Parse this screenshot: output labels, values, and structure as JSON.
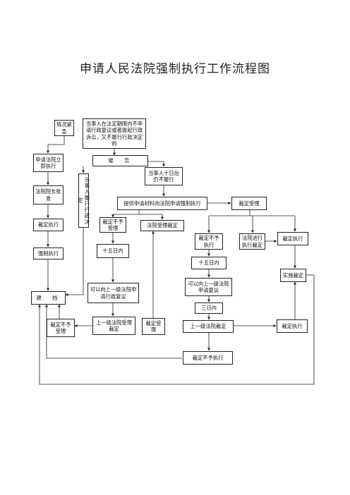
{
  "title": "申请人民法院强制执行工作流程图",
  "nodes": {
    "urgent": "情况紧急",
    "party_no_review": "当事人在法定期限内不申请行政复议或者提起行政诉讼，又不履行行政决定的",
    "apply_immediate": "申请法院立即执行",
    "demand": "催　告",
    "party_performs": "当事人履行行政决定",
    "party_no_perform_10d": "当事人十日后仍不履行",
    "president_approve": "法院院长批　准",
    "submit_materials": "提供申请材料向法院申请强制执行",
    "ruling_accept": "裁定受理",
    "ruling_exec_left": "裁定执行",
    "ruling_not_accept": "裁定不予受理",
    "court_accept_ruling": "法院受理裁定",
    "ruling_not_exec": "裁定不予执行",
    "court_exec_ruling": "法院进行执行裁定",
    "ruling_exec_right": "裁定执行",
    "enforce": "强制执行",
    "fifteen_left": "十五日内",
    "fifteen_right": "十五日内",
    "implement_ruling": "实施裁定",
    "review_left": "可以向上一级法院申请行政复议",
    "review_right": "可以向上一级法院申请复议",
    "archive": "建　档",
    "three_days": "三日内",
    "final_not_accept": "裁定不予受理",
    "upper_accept": "上一级法院受理裁定",
    "upper_ruling_accept": "裁定受理",
    "upper_ruling": "上一级法院裁定",
    "upper_ruling_exec": "裁定执行",
    "final_not_exec": "裁定不予执行"
  }
}
